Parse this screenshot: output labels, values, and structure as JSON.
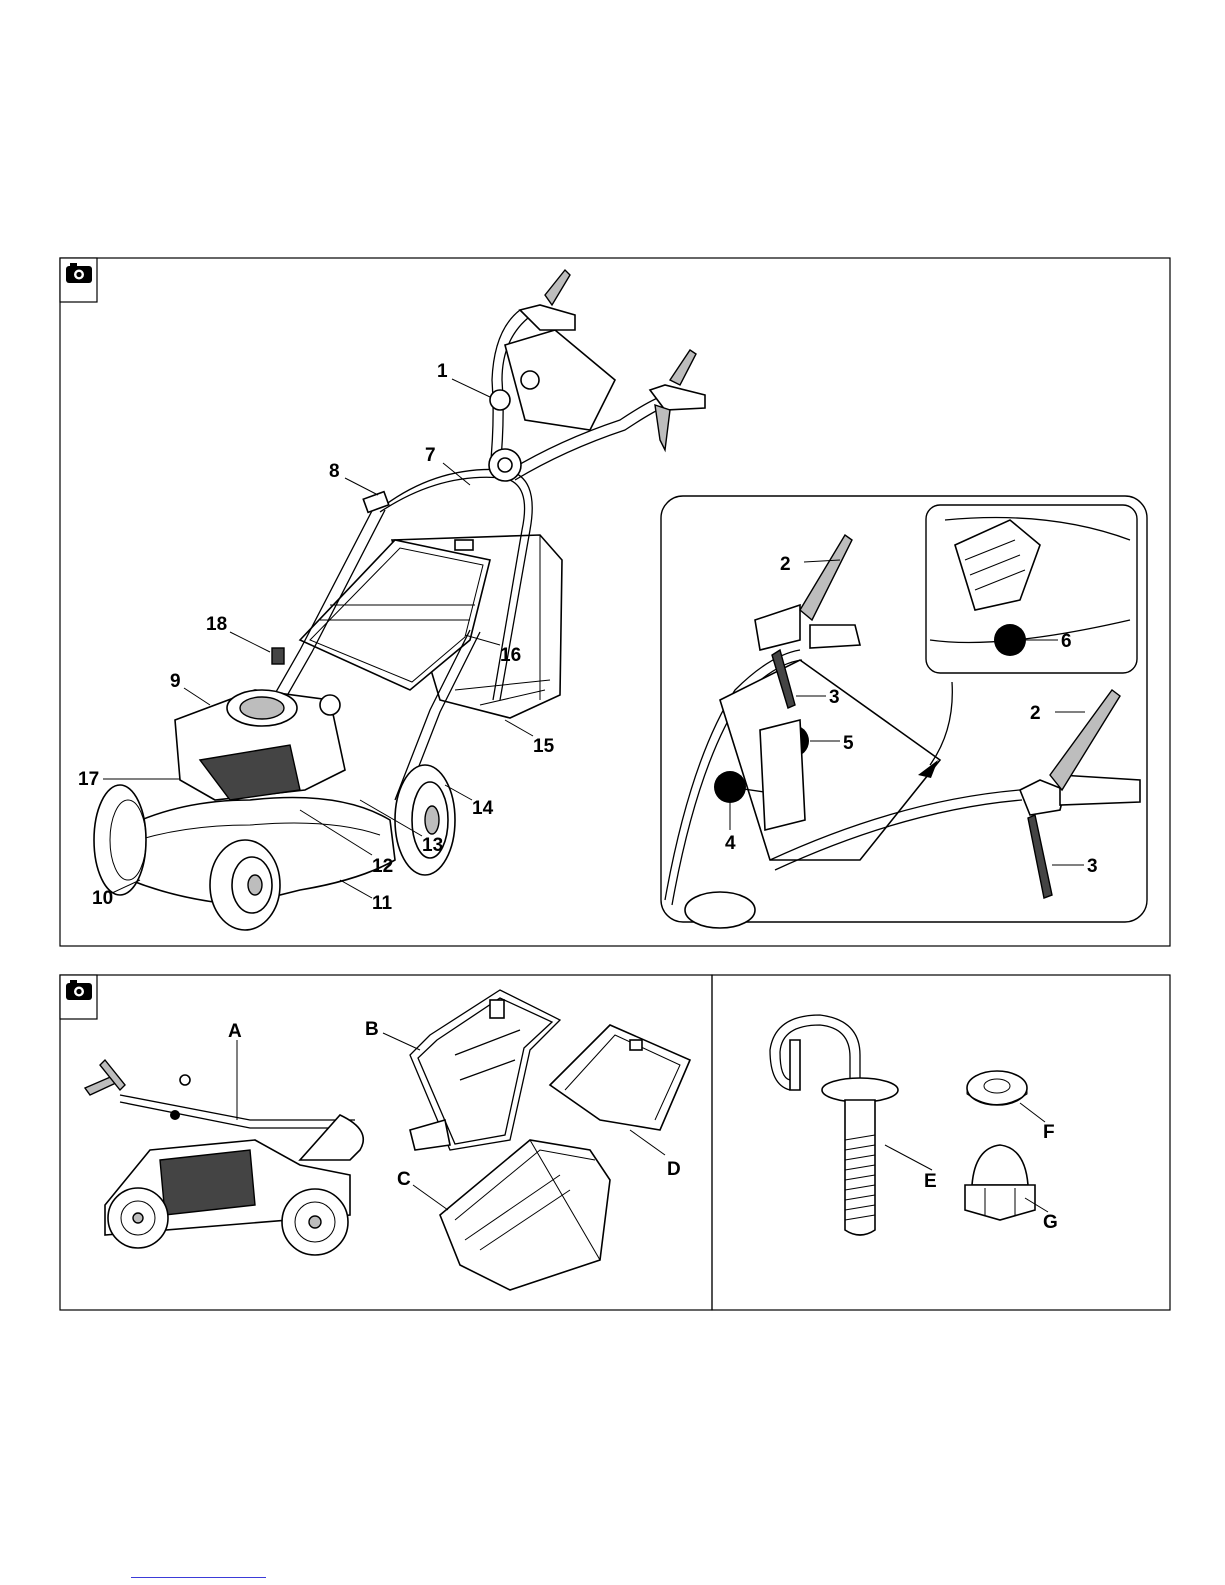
{
  "panel_main": {
    "callouts": [
      "1",
      "2",
      "3",
      "4",
      "5",
      "6",
      "7",
      "8",
      "9",
      "10",
      "11",
      "12",
      "13",
      "14",
      "15",
      "16",
      "17",
      "18"
    ],
    "inset_callouts": [
      "2",
      "3",
      "5",
      "4",
      "6",
      "2",
      "3"
    ]
  },
  "panel_accessories": {
    "callouts": [
      "A",
      "B",
      "C",
      "D"
    ]
  },
  "panel_hardware": {
    "callouts": [
      "E",
      "F",
      "G"
    ]
  },
  "icons": [
    "camera-icon",
    "camera-icon"
  ]
}
